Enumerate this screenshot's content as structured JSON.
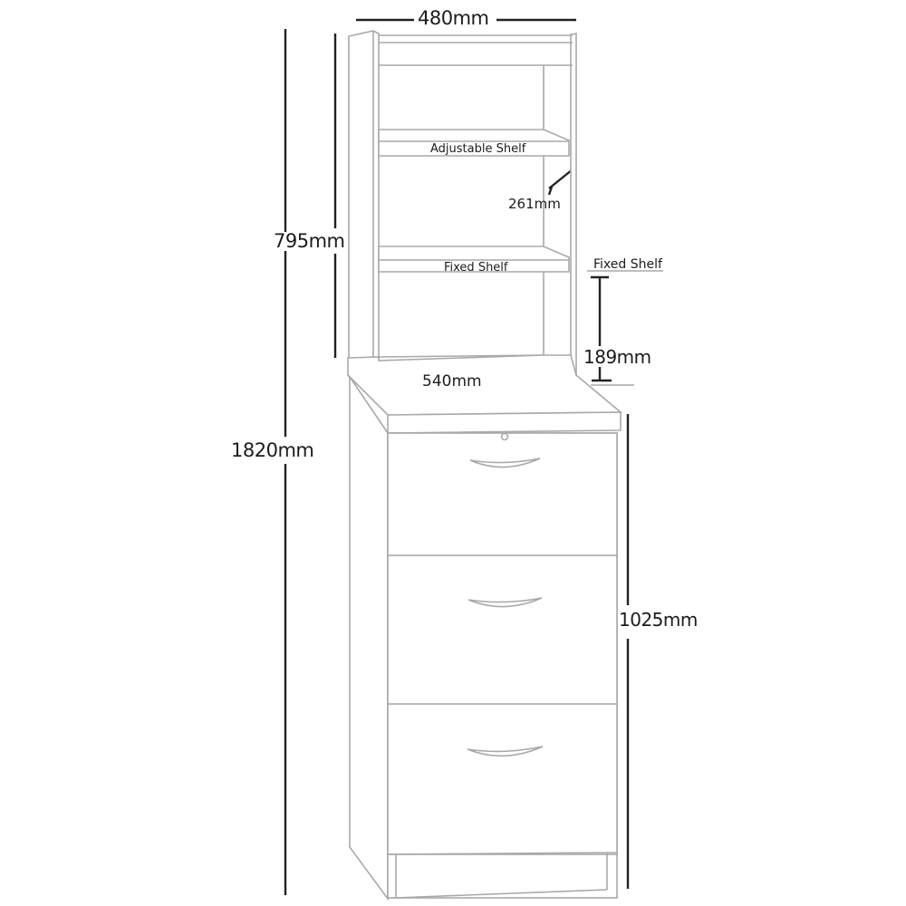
{
  "diagram": {
    "type": "product-dimension-drawing",
    "subject": "Filing cabinet with hutch bookcase",
    "colors": {
      "outline": "#a9a9a9",
      "dimension_line": "#222222",
      "text": "#1c1c1c",
      "background": "#ffffff"
    },
    "dimensions": {
      "width_top": "480mm",
      "hutch_height": "795mm",
      "total_height": "1820mm",
      "shelf_depth": "261mm",
      "fixed_shelf_gap": "189mm",
      "desk_depth": "540mm",
      "base_height": "1025mm"
    },
    "labels": {
      "adjustable_shelf": "Adjustable Shelf",
      "fixed_shelf_inner": "Fixed Shelf",
      "fixed_shelf_callout": "Fixed Shelf"
    },
    "components": {
      "drawers": 3,
      "lock": 1,
      "hutch_shelves": [
        "Adjustable Shelf",
        "Fixed Shelf"
      ]
    }
  }
}
